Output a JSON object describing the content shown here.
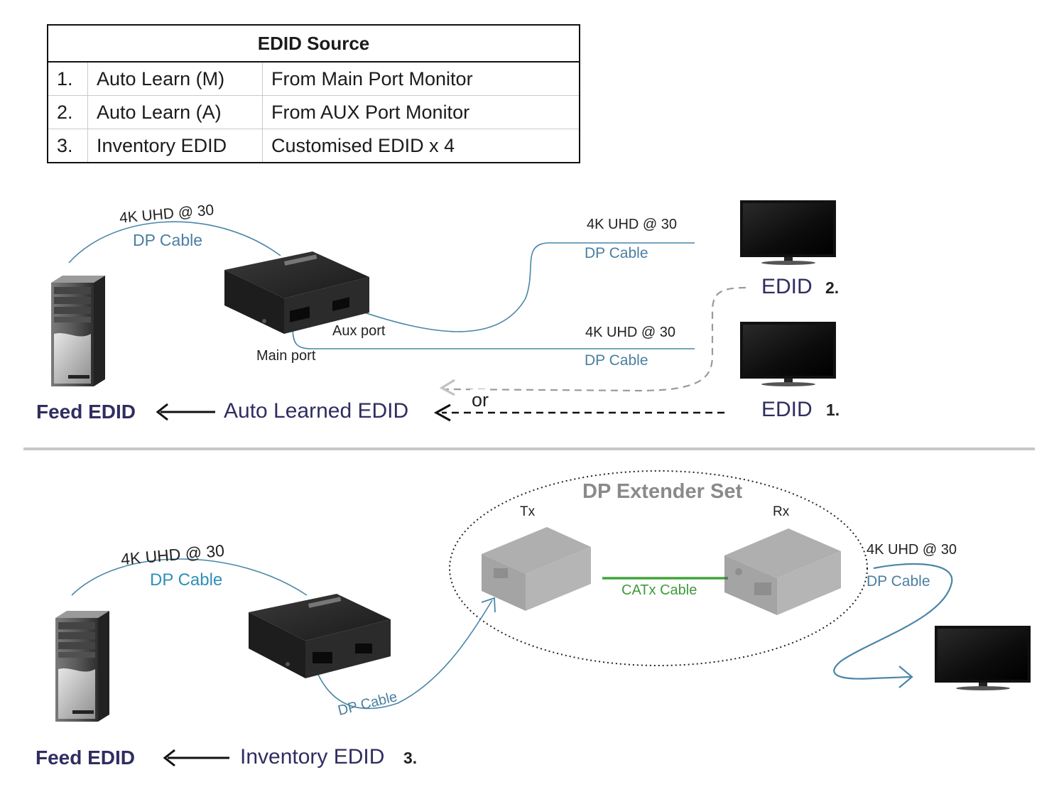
{
  "table": {
    "header": "EDID Source",
    "rows": [
      {
        "num": "1.",
        "name": "Auto Learn (M)",
        "desc": "From Main Port Monitor"
      },
      {
        "num": "2.",
        "name": "Auto Learn (A)",
        "desc": "From AUX Port Monitor"
      },
      {
        "num": "3.",
        "name": "Inventory EDID",
        "desc": "Customised EDID x 4"
      }
    ]
  },
  "top": {
    "cable_left_top": "4K UHD @ 30",
    "cable_left_bottom": "DP Cable",
    "cable_aux_top": "4K UHD @ 30",
    "cable_aux_bottom": "DP Cable",
    "cable_main_top": "4K UHD @ 30",
    "cable_main_bottom": "DP Cable",
    "aux_port": "Aux port",
    "main_port": "Main port",
    "edid_label_2": "EDID",
    "edid_num_2": "2.",
    "edid_label_1": "EDID",
    "edid_num_1": "1.",
    "feed_edid": "Feed EDID",
    "auto_learned": "Auto Learned EDID",
    "or": "or"
  },
  "bottom": {
    "cable_left_top": "4K UHD @ 30",
    "cable_left_bottom": "DP Cable",
    "cable_mid": "DP Cable",
    "extender_title": "DP Extender Set",
    "tx": "Tx",
    "rx": "Rx",
    "catx": "CATx Cable",
    "cable_right_top": "4K UHD @ 30",
    "cable_right_bottom": "DP Cable",
    "feed_edid": "Feed EDID",
    "inventory": "Inventory EDID",
    "num": "3."
  },
  "colors": {
    "cable_blue": "#4a86a8",
    "label_dark": "#2f2d60",
    "catx_green": "#44a33c",
    "divider": "#c8c8c8"
  }
}
